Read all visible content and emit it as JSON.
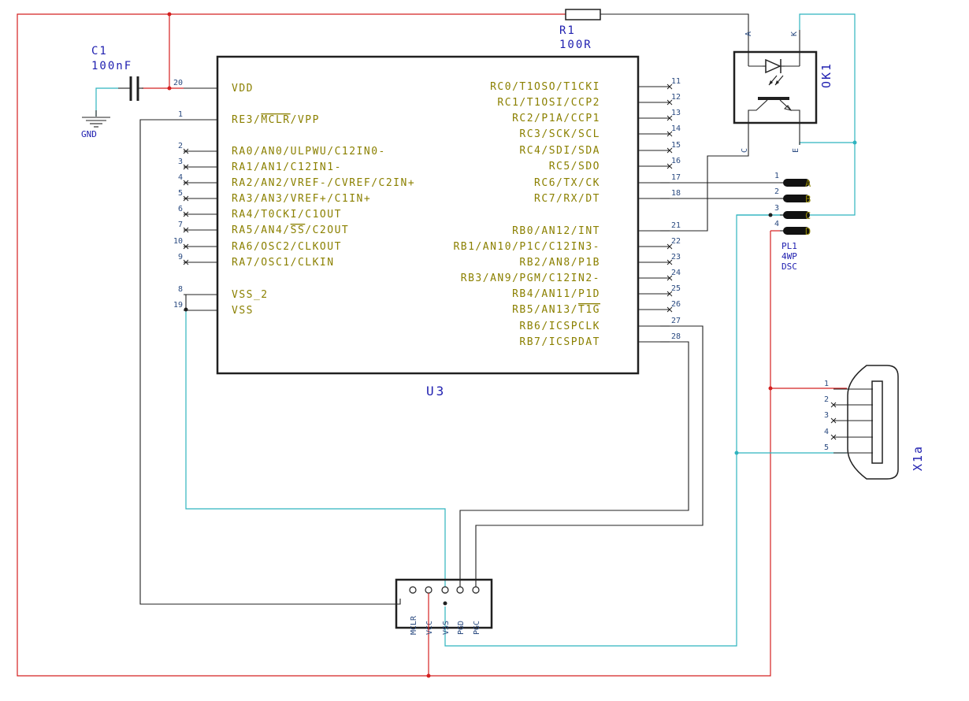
{
  "components": {
    "c1": {
      "ref": "C1",
      "value": "100nF"
    },
    "r1": {
      "ref": "R1",
      "value": "100R"
    },
    "u3": {
      "ref": "U3"
    },
    "ok1": {
      "ref": "OK1",
      "pin_a": "A",
      "pin_k": "K",
      "pin_c": "C",
      "pin_e": "E"
    },
    "pl1": {
      "ref": "PL1",
      "line2": "4WP",
      "line3": "DSC"
    },
    "x1": {
      "ref": "X1a"
    },
    "gnd": {
      "label": "GND"
    }
  },
  "u3_left_pins": [
    {
      "num": "20",
      "label": "VDD",
      "overline": ""
    },
    {
      "num": "1",
      "label": "RE3/",
      "overline": "MCLR",
      "suffix": "/VPP"
    },
    {
      "num": "2",
      "label": "RA0/AN0/ULPWU/C12IN0-"
    },
    {
      "num": "3",
      "label": "RA1/AN1/C12IN1-"
    },
    {
      "num": "4",
      "label": "RA2/AN2/VREF-/CVREF/C2IN+"
    },
    {
      "num": "5",
      "label": "RA3/AN3/VREF+/C1IN+"
    },
    {
      "num": "6",
      "label": "RA4/T0CKI/C1OUT"
    },
    {
      "num": "7",
      "label": "RA5/AN4/",
      "overline": "SS",
      "suffix": "/C2OUT"
    },
    {
      "num": "10",
      "label": "RA6/OSC2/CLKOUT"
    },
    {
      "num": "9",
      "label": "RA7/OSC1/CLKIN"
    },
    {
      "num": "8",
      "label": "VSS_2"
    },
    {
      "num": "19",
      "label": "VSS"
    }
  ],
  "u3_right_pins": [
    {
      "num": "11",
      "label": "RC0/T1OSO/T1CKI"
    },
    {
      "num": "12",
      "label": "RC1/T1OSI/CCP2"
    },
    {
      "num": "13",
      "label": "RC2/P1A/CCP1"
    },
    {
      "num": "14",
      "label": "RC3/SCK/SCL"
    },
    {
      "num": "15",
      "label": "RC4/SDI/SDA"
    },
    {
      "num": "16",
      "label": "RC5/SDO"
    },
    {
      "num": "17",
      "label": "RC6/TX/CK"
    },
    {
      "num": "18",
      "label": "RC7/RX/DT"
    },
    {
      "num": "21",
      "label": "RB0/AN12/INT"
    },
    {
      "num": "22",
      "label": "RB1/AN10/P1C/C12IN3-"
    },
    {
      "num": "23",
      "label": "RB2/AN8/P1B"
    },
    {
      "num": "24",
      "label": "RB3/AN9/PGM/C12IN2-"
    },
    {
      "num": "25",
      "label": "RB4/AN11/P1D"
    },
    {
      "num": "26",
      "label": "RB5/AN13/",
      "overline": "T1G"
    },
    {
      "num": "27",
      "label": "RB6/ICSPCLK"
    },
    {
      "num": "28",
      "label": "RB7/ICSPDAT"
    }
  ],
  "pl1_pins": [
    {
      "num": "1",
      "letter": "A"
    },
    {
      "num": "2",
      "letter": "B"
    },
    {
      "num": "3",
      "letter": "C"
    },
    {
      "num": "4",
      "letter": "D"
    }
  ],
  "x1_pins": [
    "1",
    "2",
    "3",
    "4",
    "5"
  ],
  "icsp_pins": [
    "MCLR",
    "VCC",
    "VSS",
    "PGD",
    "PGC"
  ],
  "colors": {
    "body": "#202020",
    "label": "#8b8000",
    "ref": "#2020b0",
    "net_power": "#d42020",
    "net_gnd": "#2fb3bf",
    "plug": "#111111"
  }
}
